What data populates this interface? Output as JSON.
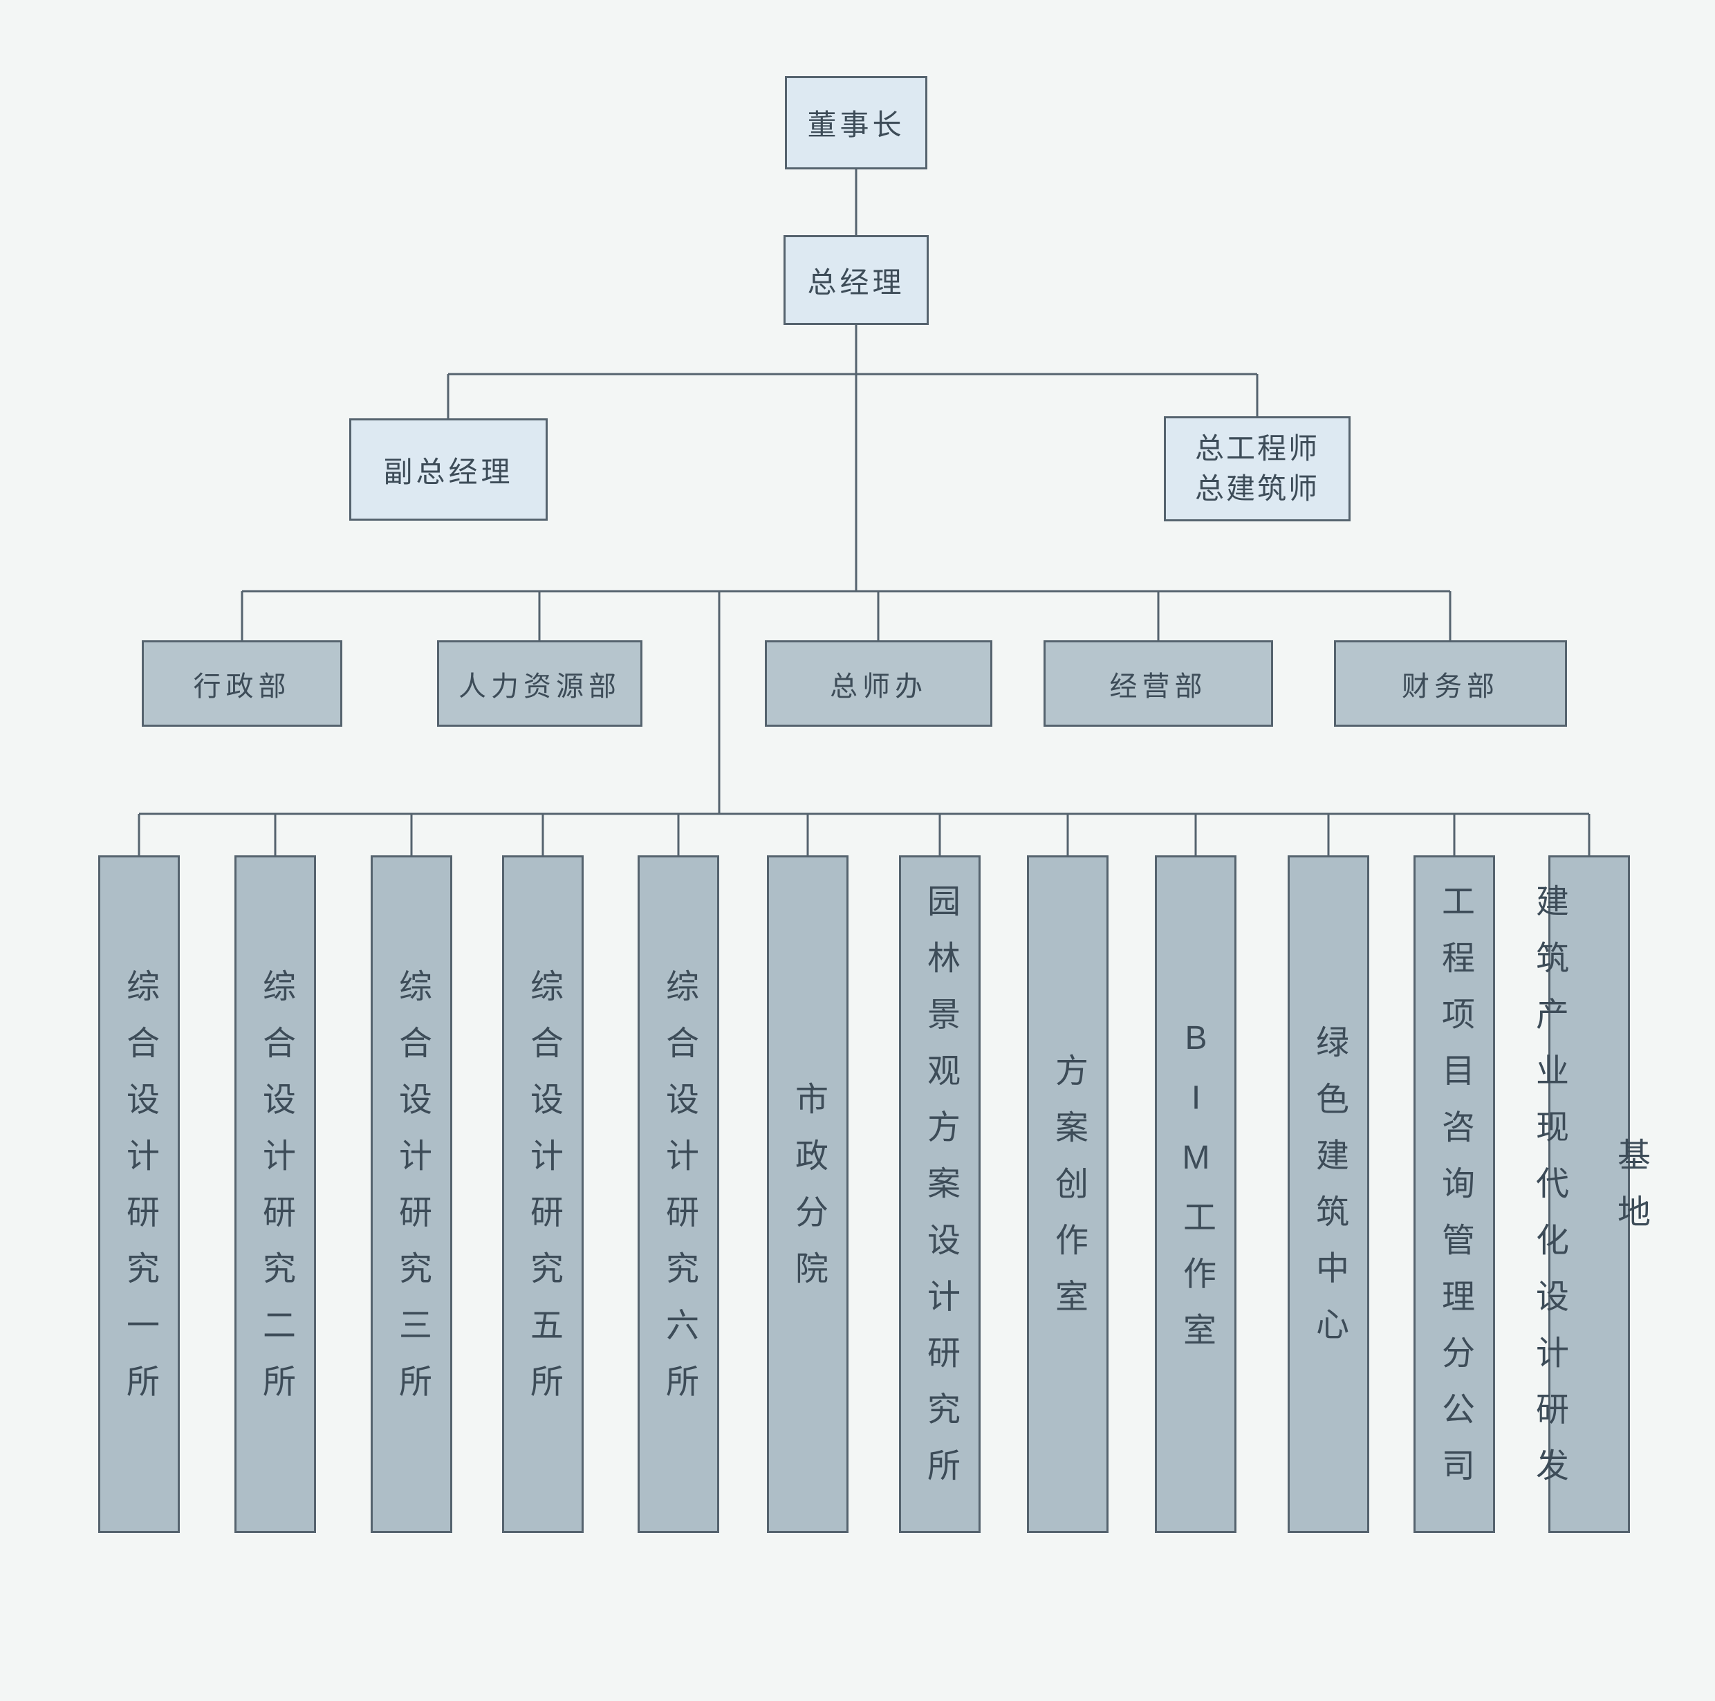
{
  "colors": {
    "background": "#f3f6f5",
    "connector_line": "#55636e",
    "top_node_fill": "#dde9f2",
    "department_node_fill": "#b6c5cd",
    "unit_node_fill": "#aebec7",
    "node_border": "#55636e",
    "text": "#3d4c58"
  },
  "org": {
    "chairman": {
      "label": "董事长"
    },
    "general_manager": {
      "label": "总经理"
    },
    "executives": [
      {
        "label": "副总经理"
      },
      {
        "label": "总工程师 总建筑师",
        "lines": [
          "总工程师",
          "总建筑师"
        ]
      }
    ],
    "departments": [
      {
        "label": "行政部"
      },
      {
        "label": "人力资源部"
      },
      {
        "label": "总师办"
      },
      {
        "label": "经营部"
      },
      {
        "label": "财务部"
      }
    ],
    "units": [
      {
        "label": "综合设计研究一所"
      },
      {
        "label": "综合设计研究二所"
      },
      {
        "label": "综合设计研究三所"
      },
      {
        "label": "综合设计研究五所"
      },
      {
        "label": "综合设计研究六所"
      },
      {
        "label": "市政分院"
      },
      {
        "label": "园林景观方案设计研究所"
      },
      {
        "label": "方案创作室"
      },
      {
        "label": "BIM工作室"
      },
      {
        "label": "绿色建筑中心"
      },
      {
        "label": "工程项目咨询管理分公司"
      },
      {
        "label": "建筑产业现代化设计研发基地"
      }
    ]
  }
}
